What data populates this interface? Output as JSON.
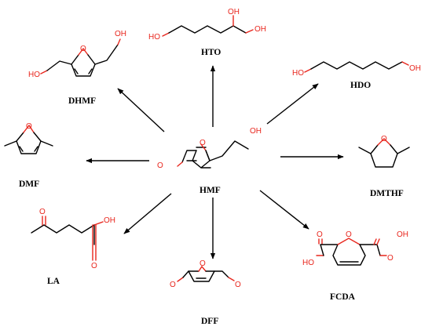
{
  "colors": {
    "bond": "#000000",
    "oxygen": "#e8261d",
    "background": "#ffffff"
  },
  "compounds": {
    "center": "HMF",
    "hto": "HTO",
    "hdo": "HDO",
    "dhmf": "DHMF",
    "dmf": "DMF",
    "dmthf": "DMTHF",
    "la": "LA",
    "dff": "DFF",
    "fcda": "FCDA"
  },
  "atoms": {
    "oh": "OH",
    "ho": "HO",
    "o": "O"
  }
}
